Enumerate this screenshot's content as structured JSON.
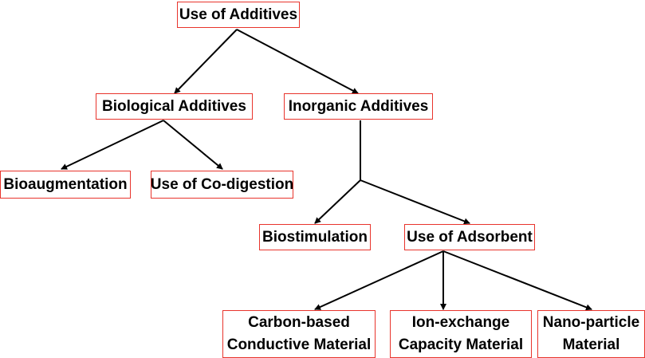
{
  "diagram": {
    "root": {
      "label": "Use of Additives"
    },
    "biological": {
      "label": "Biological Additives"
    },
    "inorganic": {
      "label": "Inorganic Additives"
    },
    "bioaugmentation": {
      "label": "Bioaugmentation"
    },
    "codigestion": {
      "label": "Use of Co-digestion"
    },
    "biostimulation": {
      "label": "Biostimulation"
    },
    "adsorbent": {
      "label": "Use of Adsorbent"
    },
    "carbon": {
      "line1": "Carbon-based",
      "line2": "Conductive Material"
    },
    "ion": {
      "line1": "Ion-exchange",
      "line2": "Capacity Material"
    },
    "nano": {
      "line1": "Nano-particle",
      "line2": "Material"
    }
  },
  "colors": {
    "box_border": "#e8342c",
    "line": "#000000",
    "text": "#000000"
  }
}
